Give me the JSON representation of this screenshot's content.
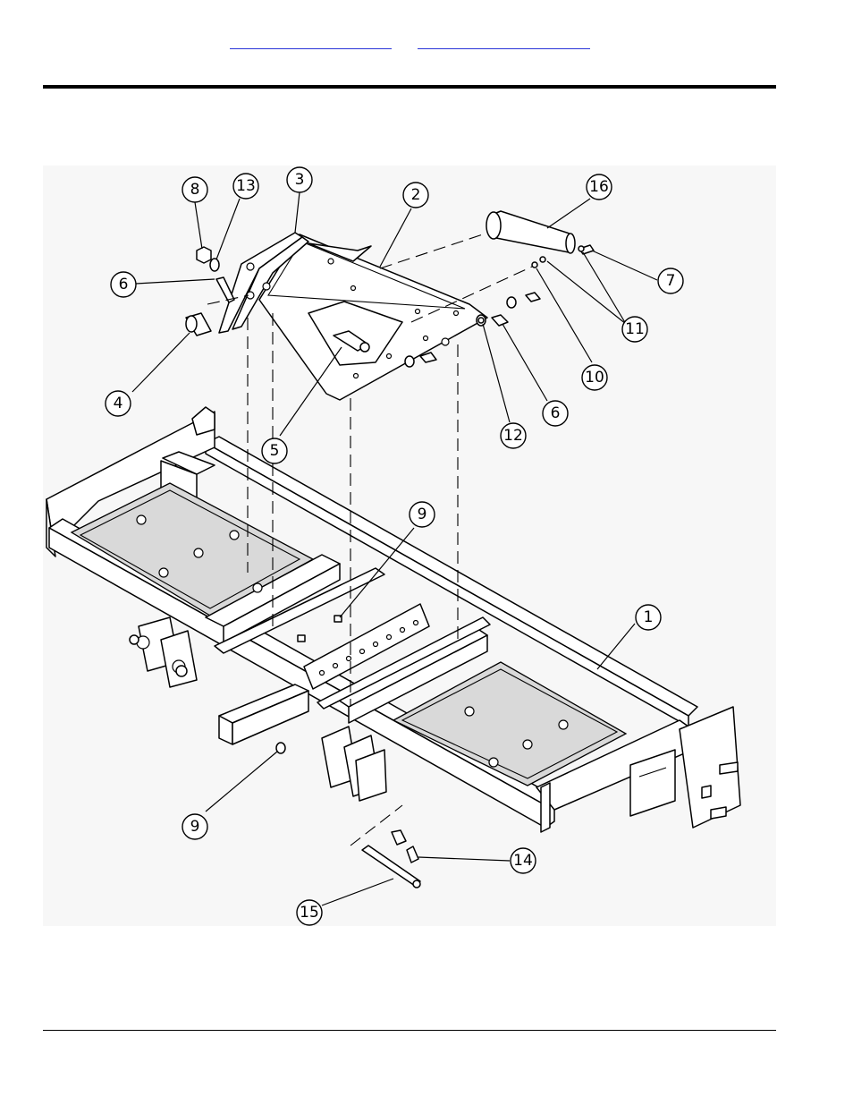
{
  "header": {
    "link_left": "",
    "link_right": ""
  },
  "callouts": [
    {
      "id": "8",
      "label": "8"
    },
    {
      "id": "13",
      "label": "13"
    },
    {
      "id": "3",
      "label": "3"
    },
    {
      "id": "2",
      "label": "2"
    },
    {
      "id": "16",
      "label": "16"
    },
    {
      "id": "6a",
      "label": "6"
    },
    {
      "id": "7",
      "label": "7"
    },
    {
      "id": "11",
      "label": "11"
    },
    {
      "id": "4",
      "label": "4"
    },
    {
      "id": "10",
      "label": "10"
    },
    {
      "id": "5",
      "label": "5"
    },
    {
      "id": "12",
      "label": "12"
    },
    {
      "id": "6b",
      "label": "6"
    },
    {
      "id": "9a",
      "label": "9"
    },
    {
      "id": "1",
      "label": "1"
    },
    {
      "id": "9b",
      "label": "9"
    },
    {
      "id": "14",
      "label": "14"
    },
    {
      "id": "15",
      "label": "15"
    }
  ],
  "colors": {
    "link": "#2a35d8",
    "rule": "#000000",
    "drawing_bg": "#f7f7f7"
  }
}
